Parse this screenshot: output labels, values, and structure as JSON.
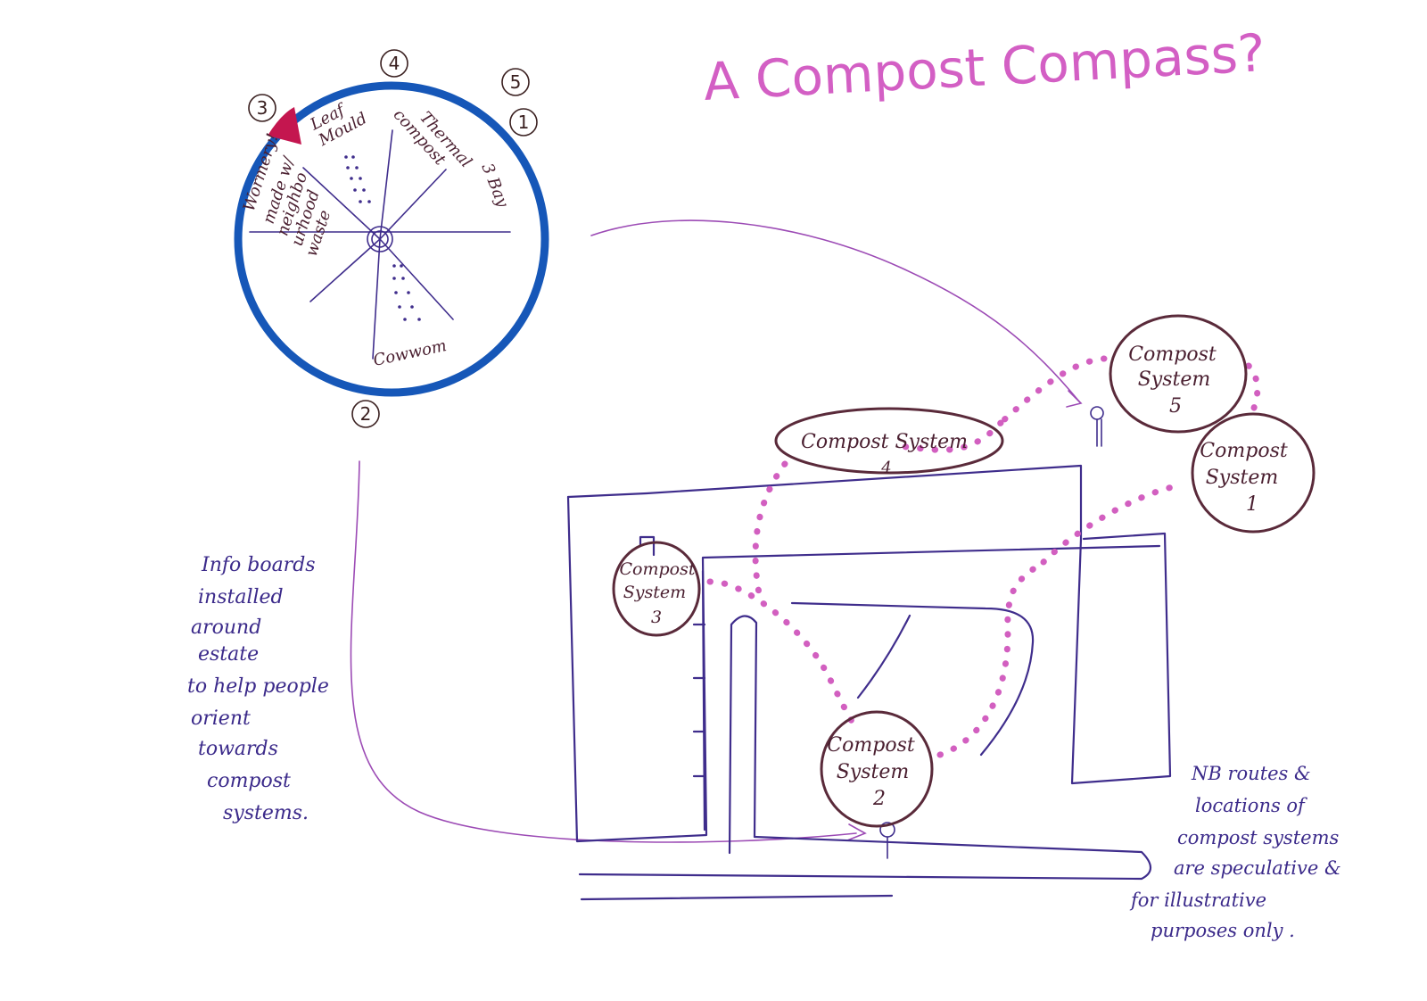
{
  "title": "A Compost Compass?",
  "compass": {
    "segments": {
      "leaf_mould": [
        "Leaf",
        "Mould"
      ],
      "thermal_compost": [
        "Thermal",
        "compost"
      ],
      "three_bay": "3 Bay",
      "wormery": "Wormery!",
      "neighbourhood_waste": [
        "made w/",
        "neighbo",
        "urhood",
        "waste"
      ],
      "cowwom": "Cowwom"
    },
    "markers": [
      "1",
      "2",
      "3",
      "4",
      "5"
    ],
    "colors": {
      "ring": "#1657b8",
      "warning_wedge": "#c4164f"
    }
  },
  "systems": [
    {
      "label": [
        "Compost",
        "System"
      ],
      "number": "1"
    },
    {
      "label": [
        "Compost",
        "System"
      ],
      "number": "2"
    },
    {
      "label": [
        "Compost",
        "System"
      ],
      "number": "3"
    },
    {
      "label": [
        "Compost System"
      ],
      "number": "4"
    },
    {
      "label": [
        "Compost",
        "System"
      ],
      "number": "5"
    }
  ],
  "notes": {
    "info_boards": [
      "Info boards",
      "installed",
      "around",
      "estate",
      "to help people",
      "orient",
      "towards",
      "compost",
      "systems."
    ],
    "disclaimer": [
      "NB routes &",
      "locations of",
      "compost systems",
      "are speculative &",
      "for illustrative",
      "purposes only ."
    ]
  },
  "info_board_icon": "map-pin-icon",
  "colors": {
    "route": "#d25fc0",
    "building_ink": "#3f2d8c",
    "system_ink": "#5a2a3a",
    "title": "#d35fc4"
  }
}
